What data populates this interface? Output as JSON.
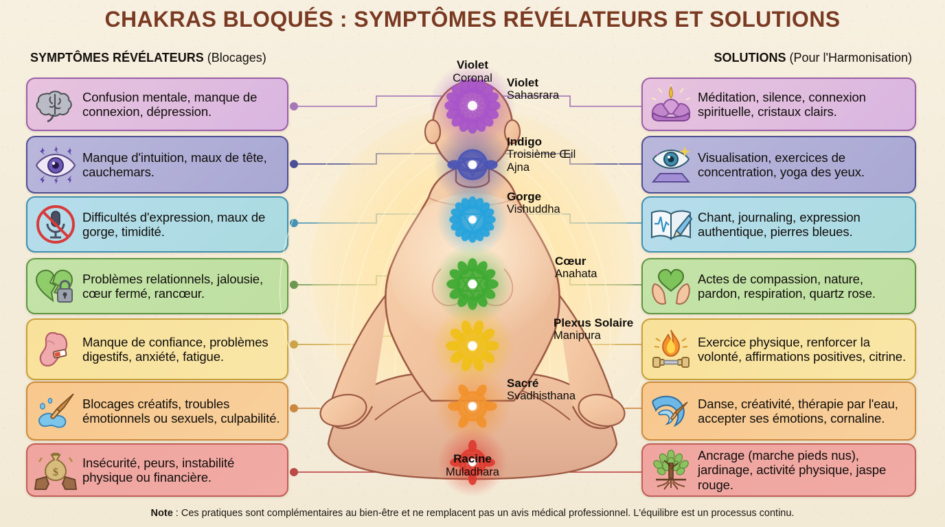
{
  "title": "CHAKRAS BLOQUÉS : SYMPTÔMES RÉVÉLATEURS ET SOLUTIONS",
  "columns": {
    "left_heading_bold": "SYMPTÔMES RÉVÉLATEURS",
    "left_heading_sub": "(Blocages)",
    "right_heading_bold": "SOLUTIONS",
    "right_heading_sub": "(Pour l'Harmonisation)"
  },
  "note_label": "Note",
  "note_text": " : Ces pratiques sont complémentaires au bien-être et ne remplacent pas un avis médical professionnel. L'équilibre est un processus continu.",
  "center": {
    "crown_top_name": "Violet",
    "crown_top_sub": "Coronal",
    "root_bottom_name": "Racine",
    "root_bottom_sub": "Muladhara"
  },
  "chakras": [
    {
      "key": "sahasrara",
      "name": "Violet",
      "sanskrit": "Sahasrara",
      "sub2": "",
      "color": "#a855c9",
      "line_color": "#a678b8",
      "symptom": "Confusion mentale, manque de connexion, dépression.",
      "symptom_icon": "brain-icon",
      "solution": "Méditation, silence, connexion spirituelle, cristaux clairs.",
      "solution_icon": "lotus-icon",
      "card_bg_from": "#e8c3de",
      "card_bg_to": "#d9b6e0",
      "card_border": "#9a5fa8"
    },
    {
      "key": "ajna",
      "name": "Indigo",
      "sanskrit": "Troisième Œil",
      "sub2": "Ajna",
      "color": "#4a55b5",
      "line_color": "#4d4f96",
      "symptom": "Manque d'intuition, maux de tête, cauchemars.",
      "symptom_icon": "third-eye-icon",
      "solution": "Visualisation, exercices de concentration, yoga des yeux.",
      "solution_icon": "eye-pyramid-icon",
      "card_bg_from": "#b9b7db",
      "card_bg_to": "#a9a8d4",
      "card_border": "#4f4e93"
    },
    {
      "key": "vishuddha",
      "name": "Gorge",
      "sanskrit": "Vishuddha",
      "sub2": "",
      "color": "#26a3dd",
      "line_color": "#3d8fb5",
      "symptom": "Difficultés d'expression, maux de gorge, timidité.",
      "symptom_icon": "muted-microphone-icon",
      "solution": "Chant, journaling, expression authentique, pierres bleues.",
      "solution_icon": "journal-pencil-icon",
      "card_bg_from": "#b6dcec",
      "card_bg_to": "#aadbe0",
      "card_border": "#3f8fae"
    },
    {
      "key": "anahata",
      "name": "Cœur",
      "sanskrit": "Anahata",
      "sub2": "",
      "color": "#3faa32",
      "line_color": "#5f8f46",
      "symptom": "Problèmes relationnels, jalousie, cœur fermé, rancœur.",
      "symptom_icon": "broken-heart-lock-icon",
      "solution": "Actes de compassion, nature, pardon, respiration, quartz rose.",
      "solution_icon": "heart-in-hands-icon",
      "card_bg_from": "#c4e3a8",
      "card_bg_to": "#bfe0a2",
      "card_border": "#5f9542"
    },
    {
      "key": "manipura",
      "name": "Plexus Solaire",
      "sanskrit": "Manipura",
      "sub2": "",
      "color": "#f0c019",
      "line_color": "#c9a040",
      "symptom": "Manque de confiance, problèmes digestifs, anxiété, fatigue.",
      "symptom_icon": "stomach-battery-icon",
      "solution": "Exercice physique, renforcer la volonté, affirmations positives, citrine.",
      "solution_icon": "flame-dumbbell-icon",
      "card_bg_from": "#f8e19a",
      "card_bg_to": "#f9e6a7",
      "card_border": "#c8a03a"
    },
    {
      "key": "svadhisthana",
      "name": "Sacré",
      "sanskrit": "Svadhisthana",
      "sub2": "",
      "color": "#f2922c",
      "line_color": "#cc8840",
      "symptom": "Blocages créatifs, troubles émotionnels ou sexuels, culpabilité.",
      "symptom_icon": "paintbrush-water-icon",
      "solution": "Danse, créativité, thérapie par l'eau, accepter ses émotions, cornaline.",
      "solution_icon": "wave-brush-icon",
      "card_bg_from": "#f8c88d",
      "card_bg_to": "#f8cf9c",
      "card_border": "#cd8b3e"
    },
    {
      "key": "muladhara",
      "name": "Racine",
      "sanskrit": "Muladhara",
      "sub2": "",
      "color": "#de3b30",
      "line_color": "#bb4a46",
      "symptom": "Insécurité, peurs, instabilité physique ou financière.",
      "symptom_icon": "money-bag-cliff-icon",
      "solution": "Ancrage (marche pieds nus), jardinage, activité physique, jaspe rouge.",
      "solution_icon": "tree-roots-icon",
      "card_bg_from": "#f0a5a0",
      "card_bg_to": "#f1aaa4",
      "card_border": "#c05e57"
    }
  ],
  "palette": {
    "background": "#f6eedd",
    "title_color": "#7a3a22",
    "text_color": "#100d0a"
  }
}
